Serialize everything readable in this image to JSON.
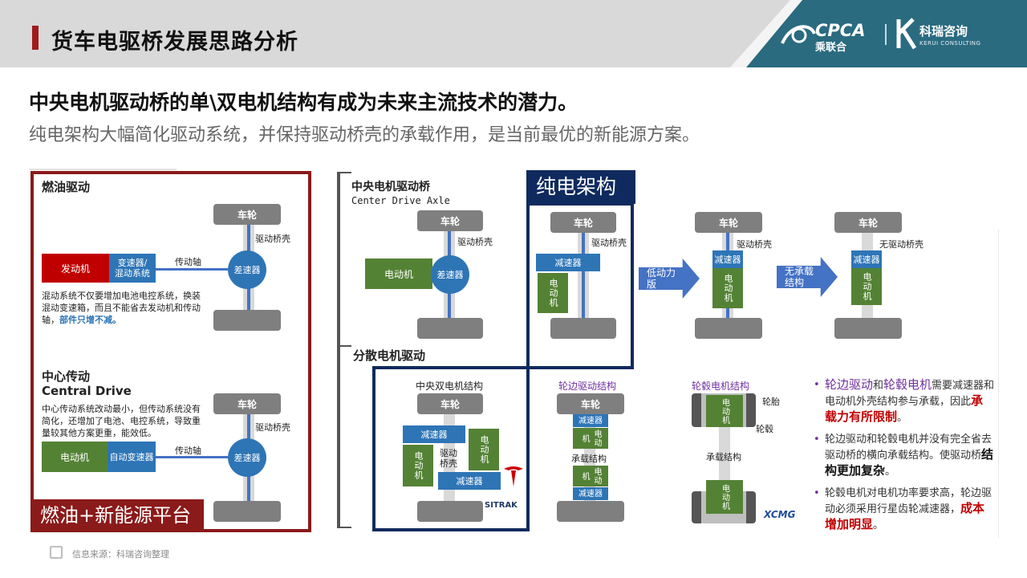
{
  "header": {
    "title": "货车电驱桥发展思路分析",
    "cpca_logo": "CPCA",
    "cpca_sub": "乘联合",
    "kerui_cn": "科瑞咨询",
    "kerui_en": "KERUI CONSULTING",
    "colors": {
      "accent": "#a3191c",
      "teal": "#2a6b80"
    }
  },
  "headline": "中央电机驱动桥的单\\双电机结构有成为未来主流技术的潜力。",
  "subline": "纯电架构大幅简化驱动系统，并保持驱动桥壳的承载作用，是当前最优的新能源方案。",
  "left_panel": {
    "fuel": {
      "title": "燃油驱动",
      "wheel": "车轮",
      "axle": "驱动桥壳",
      "engine": "发动机",
      "gearbox": "变速器/\n混动系统",
      "shaft": "传动轴",
      "diff": "差速器",
      "note_main": "混动系统不仅要增加电池电控系统，换装混动变速箱，而且不能省去发动机和传动轴，",
      "note_highlight": "部件只增不减。"
    },
    "central": {
      "title": "中心传动",
      "title_en": "Central Drive",
      "note": "中心传动系统改动最小，但传动系统没有简化，还增加了电池、电控系统，导致重量较其他方案更重，能效低。",
      "motor": "电动机",
      "gearbox": "自动变速器",
      "shaft": "传动轴",
      "diff": "差速器",
      "wheel": "车轮",
      "axle": "驱动桥壳"
    },
    "footer_label": "燃油+新能源平台"
  },
  "center_drive": {
    "title": "中央电机驱动桥",
    "title_en": "Center Drive Axle",
    "wheel": "车轮",
    "axle": "驱动桥壳",
    "motor": "电动机",
    "diff": "差速器"
  },
  "pure_ev": {
    "title": "纯电架构",
    "wheel": "车轮",
    "axle": "驱动桥壳",
    "reducer": "减速器",
    "motor": "电动机"
  },
  "low_power": {
    "arrow": "低动力\n版",
    "wheel": "车轮",
    "axle": "驱动桥壳",
    "reducer": "减速器",
    "motor": "电动机"
  },
  "no_load": {
    "arrow": "无承载\n结构",
    "wheel": "车轮",
    "axle": "无驱动桥壳",
    "reducer": "减速器",
    "motor": "电动机"
  },
  "distributed": {
    "title": "分散电机驱动",
    "dual": {
      "title": "中央双电机结构",
      "wheel": "车轮",
      "reducer1": "减速器",
      "reducer2": "减速器",
      "axle": "驱动\n桥壳",
      "motor": "电动机"
    },
    "wheel_side": {
      "title": "轮边驱动结构",
      "wheel": "车轮",
      "reducer": "减速器",
      "struct": "承载结构",
      "motor": "电动机"
    },
    "hub": {
      "title": "轮毂电机结构",
      "tire": "轮胎",
      "hub": "轮毂",
      "struct": "承载结构",
      "motor": "电动机"
    }
  },
  "bullets": [
    {
      "p1": "轮边驱动",
      "p2": "和",
      "p3": "轮毂电机",
      "p4": "需要减速器和电动机外壳结构参与承载，因此",
      "p5": "承载力有所限制",
      "p6": "。"
    },
    {
      "p1": "轮边驱动和轮毂电机并没有完全省去驱动桥的横向承载结构。使驱动桥",
      "p2": "结构更加复杂",
      "p3": "。"
    },
    {
      "p1": "轮毂电机对电机功率要求高，轮边驱动必须采用行星齿轮减速器，",
      "p2": "成本增加明显",
      "p3": "。"
    }
  ],
  "brands": {
    "sitrak": "SITRAK",
    "xcmg": "XCMG"
  },
  "source": "信息来源：科瑞咨询整理"
}
